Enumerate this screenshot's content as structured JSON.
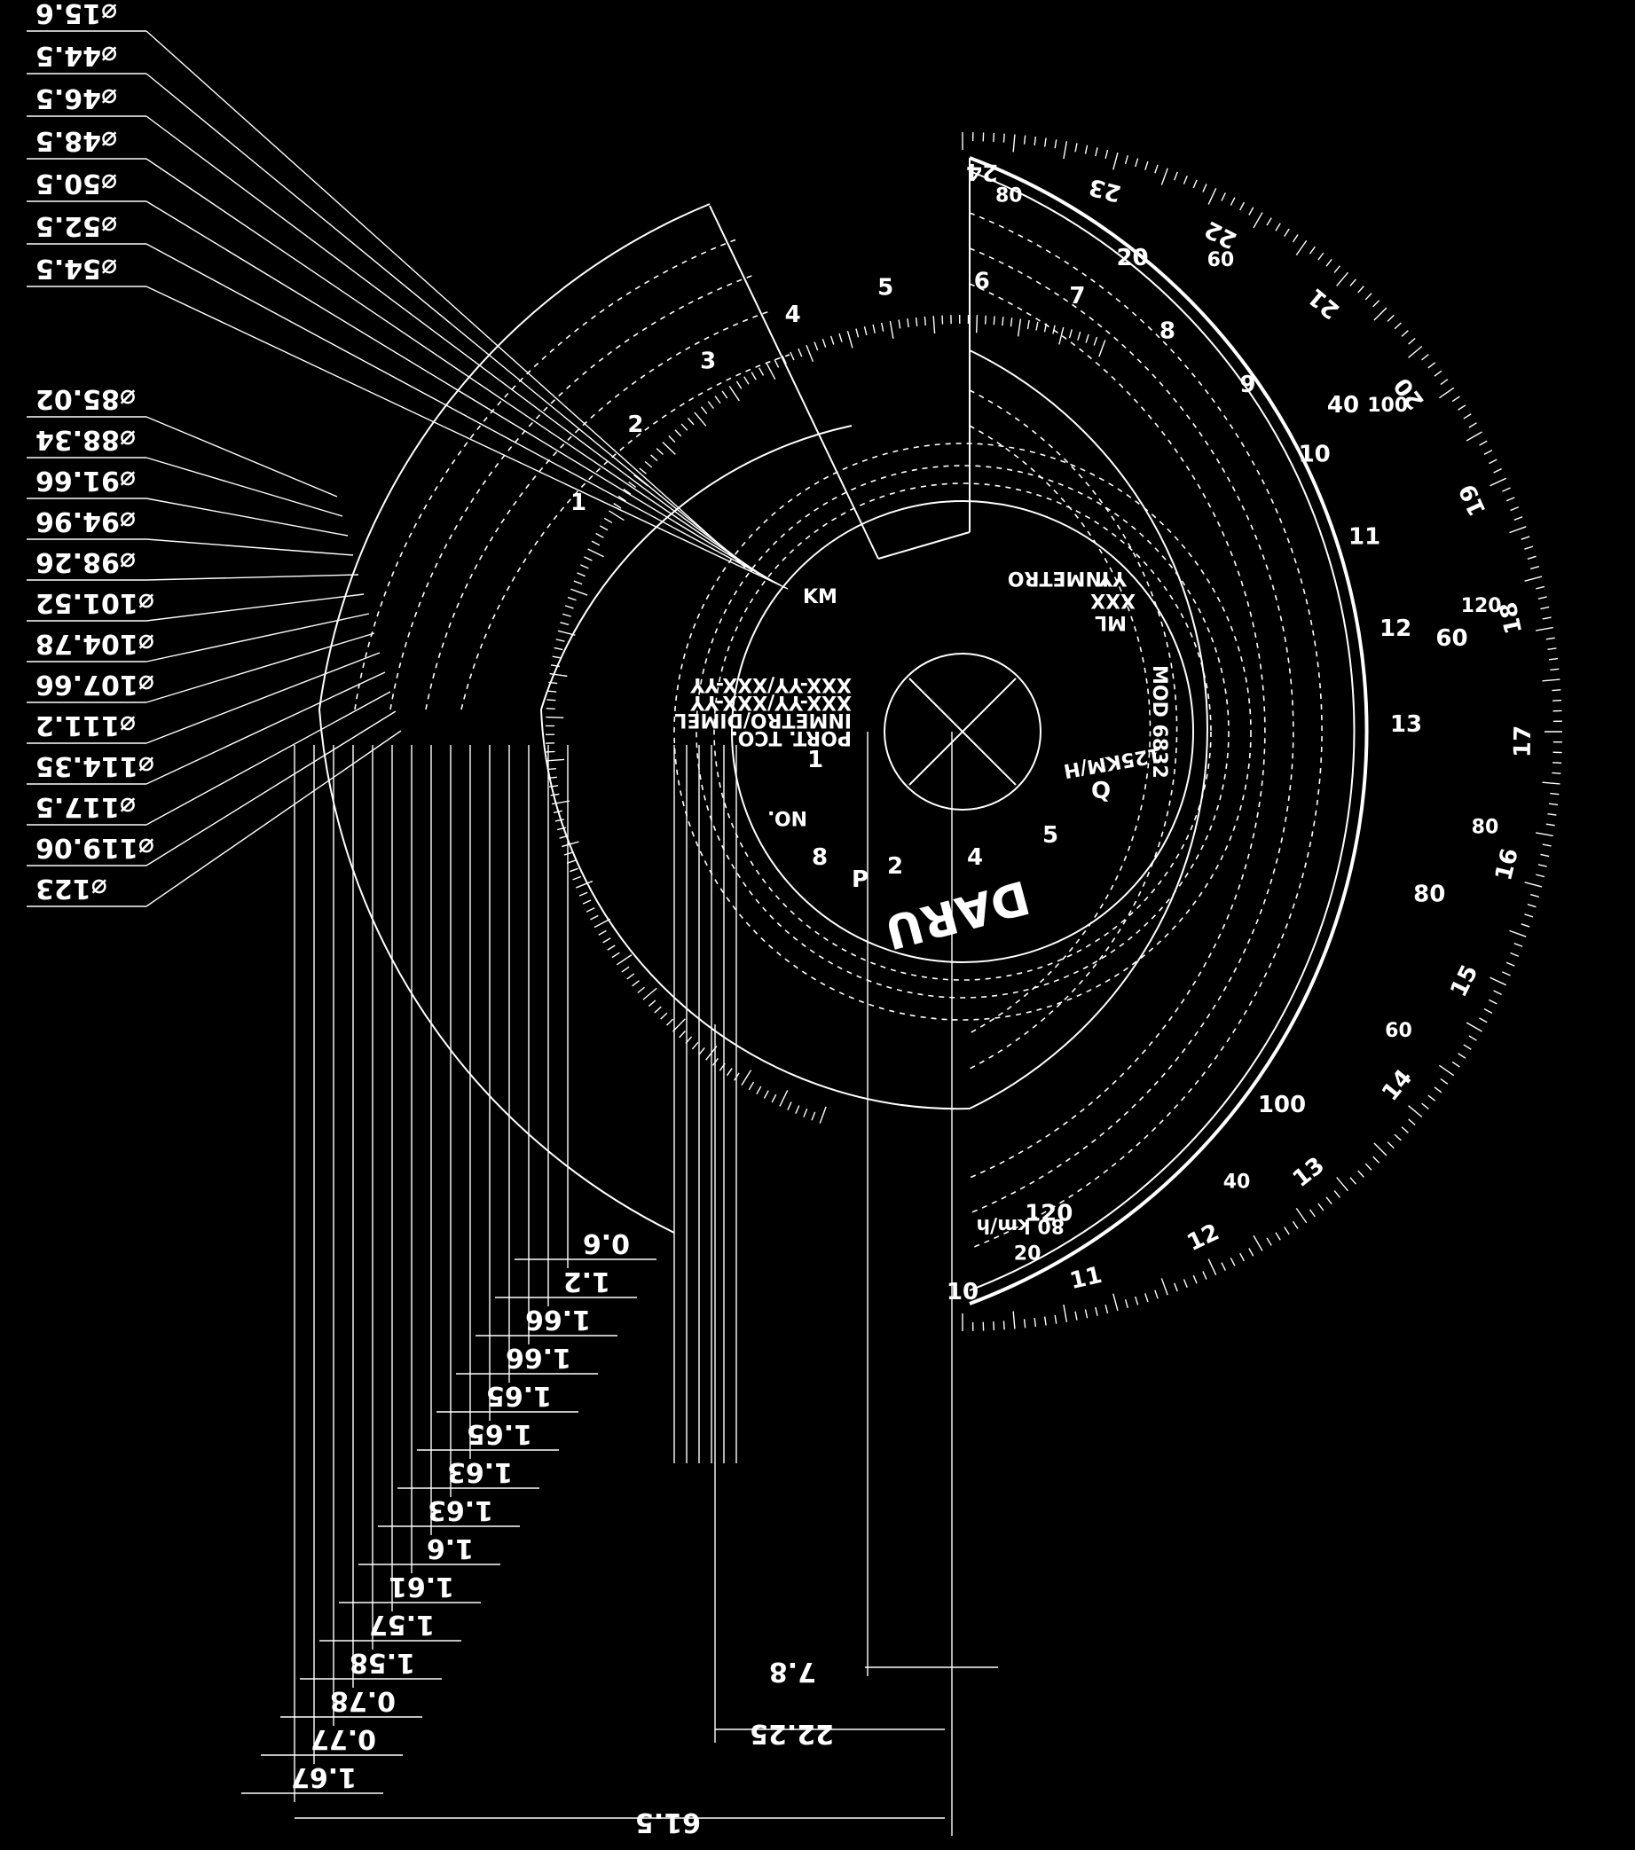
{
  "diameter_callouts": [
    "⌀15.6",
    "⌀44.5",
    "⌀46.5",
    "⌀48.5",
    "⌀50.5",
    "⌀52.5",
    "⌀54.5",
    "⌀85.02",
    "⌀88.34",
    "⌀91.66",
    "⌀94.96",
    "⌀98.26",
    "⌀101.52",
    "⌀104.78",
    "⌀107.66",
    "⌀111.2",
    "⌀114.35",
    "⌀117.5",
    "⌀119.06",
    "⌀123"
  ],
  "ring_dimensions": [
    "0.6",
    "1.2",
    "1.66",
    "1.66",
    "1.65",
    "1.65",
    "1.63",
    "1.63",
    "1.6",
    "1.61",
    "1.57",
    "1.58",
    "0.78",
    "0.77",
    "1.67"
  ],
  "overall_dimensions": [
    "7.8",
    "22.25",
    "61.5"
  ],
  "disc_labels": {
    "brand": "DARU",
    "speed_max": "125KM/H",
    "speed_unit": "80 km/h",
    "logo_text": "INMETRO",
    "code_a": "XXX",
    "code_b": "YY",
    "code_c": "ML",
    "approval_1": "XXX-YY/XXX-YY",
    "approval_2": "XXX-YY/XXX-YY",
    "approval_3": "INMETRO/DIMEL",
    "approval_4": "PORT. TCO.",
    "model": "MOD 6832",
    "no_label": "NO.",
    "letters_p": "P",
    "letters_q": "Q",
    "km": "KM",
    "num_2": "2",
    "num_4": "4",
    "num_5": "5",
    "num_8": "8",
    "num_1": "1"
  },
  "hour_marks_outer": [
    "24",
    "23",
    "22",
    "21",
    "20",
    "19",
    "18",
    "17",
    "16",
    "15",
    "14",
    "13",
    "12",
    "11",
    "10"
  ],
  "hour_marks_inner": [
    "1",
    "2",
    "3",
    "4",
    "5",
    "6",
    "7",
    "8",
    "9",
    "10",
    "11",
    "12",
    "13"
  ],
  "speed_marks": [
    "20",
    "40",
    "60",
    "80",
    "100",
    "120"
  ],
  "outer_speed_marks": [
    "80",
    "60",
    "100",
    "120",
    "80",
    "60",
    "40",
    "20"
  ]
}
